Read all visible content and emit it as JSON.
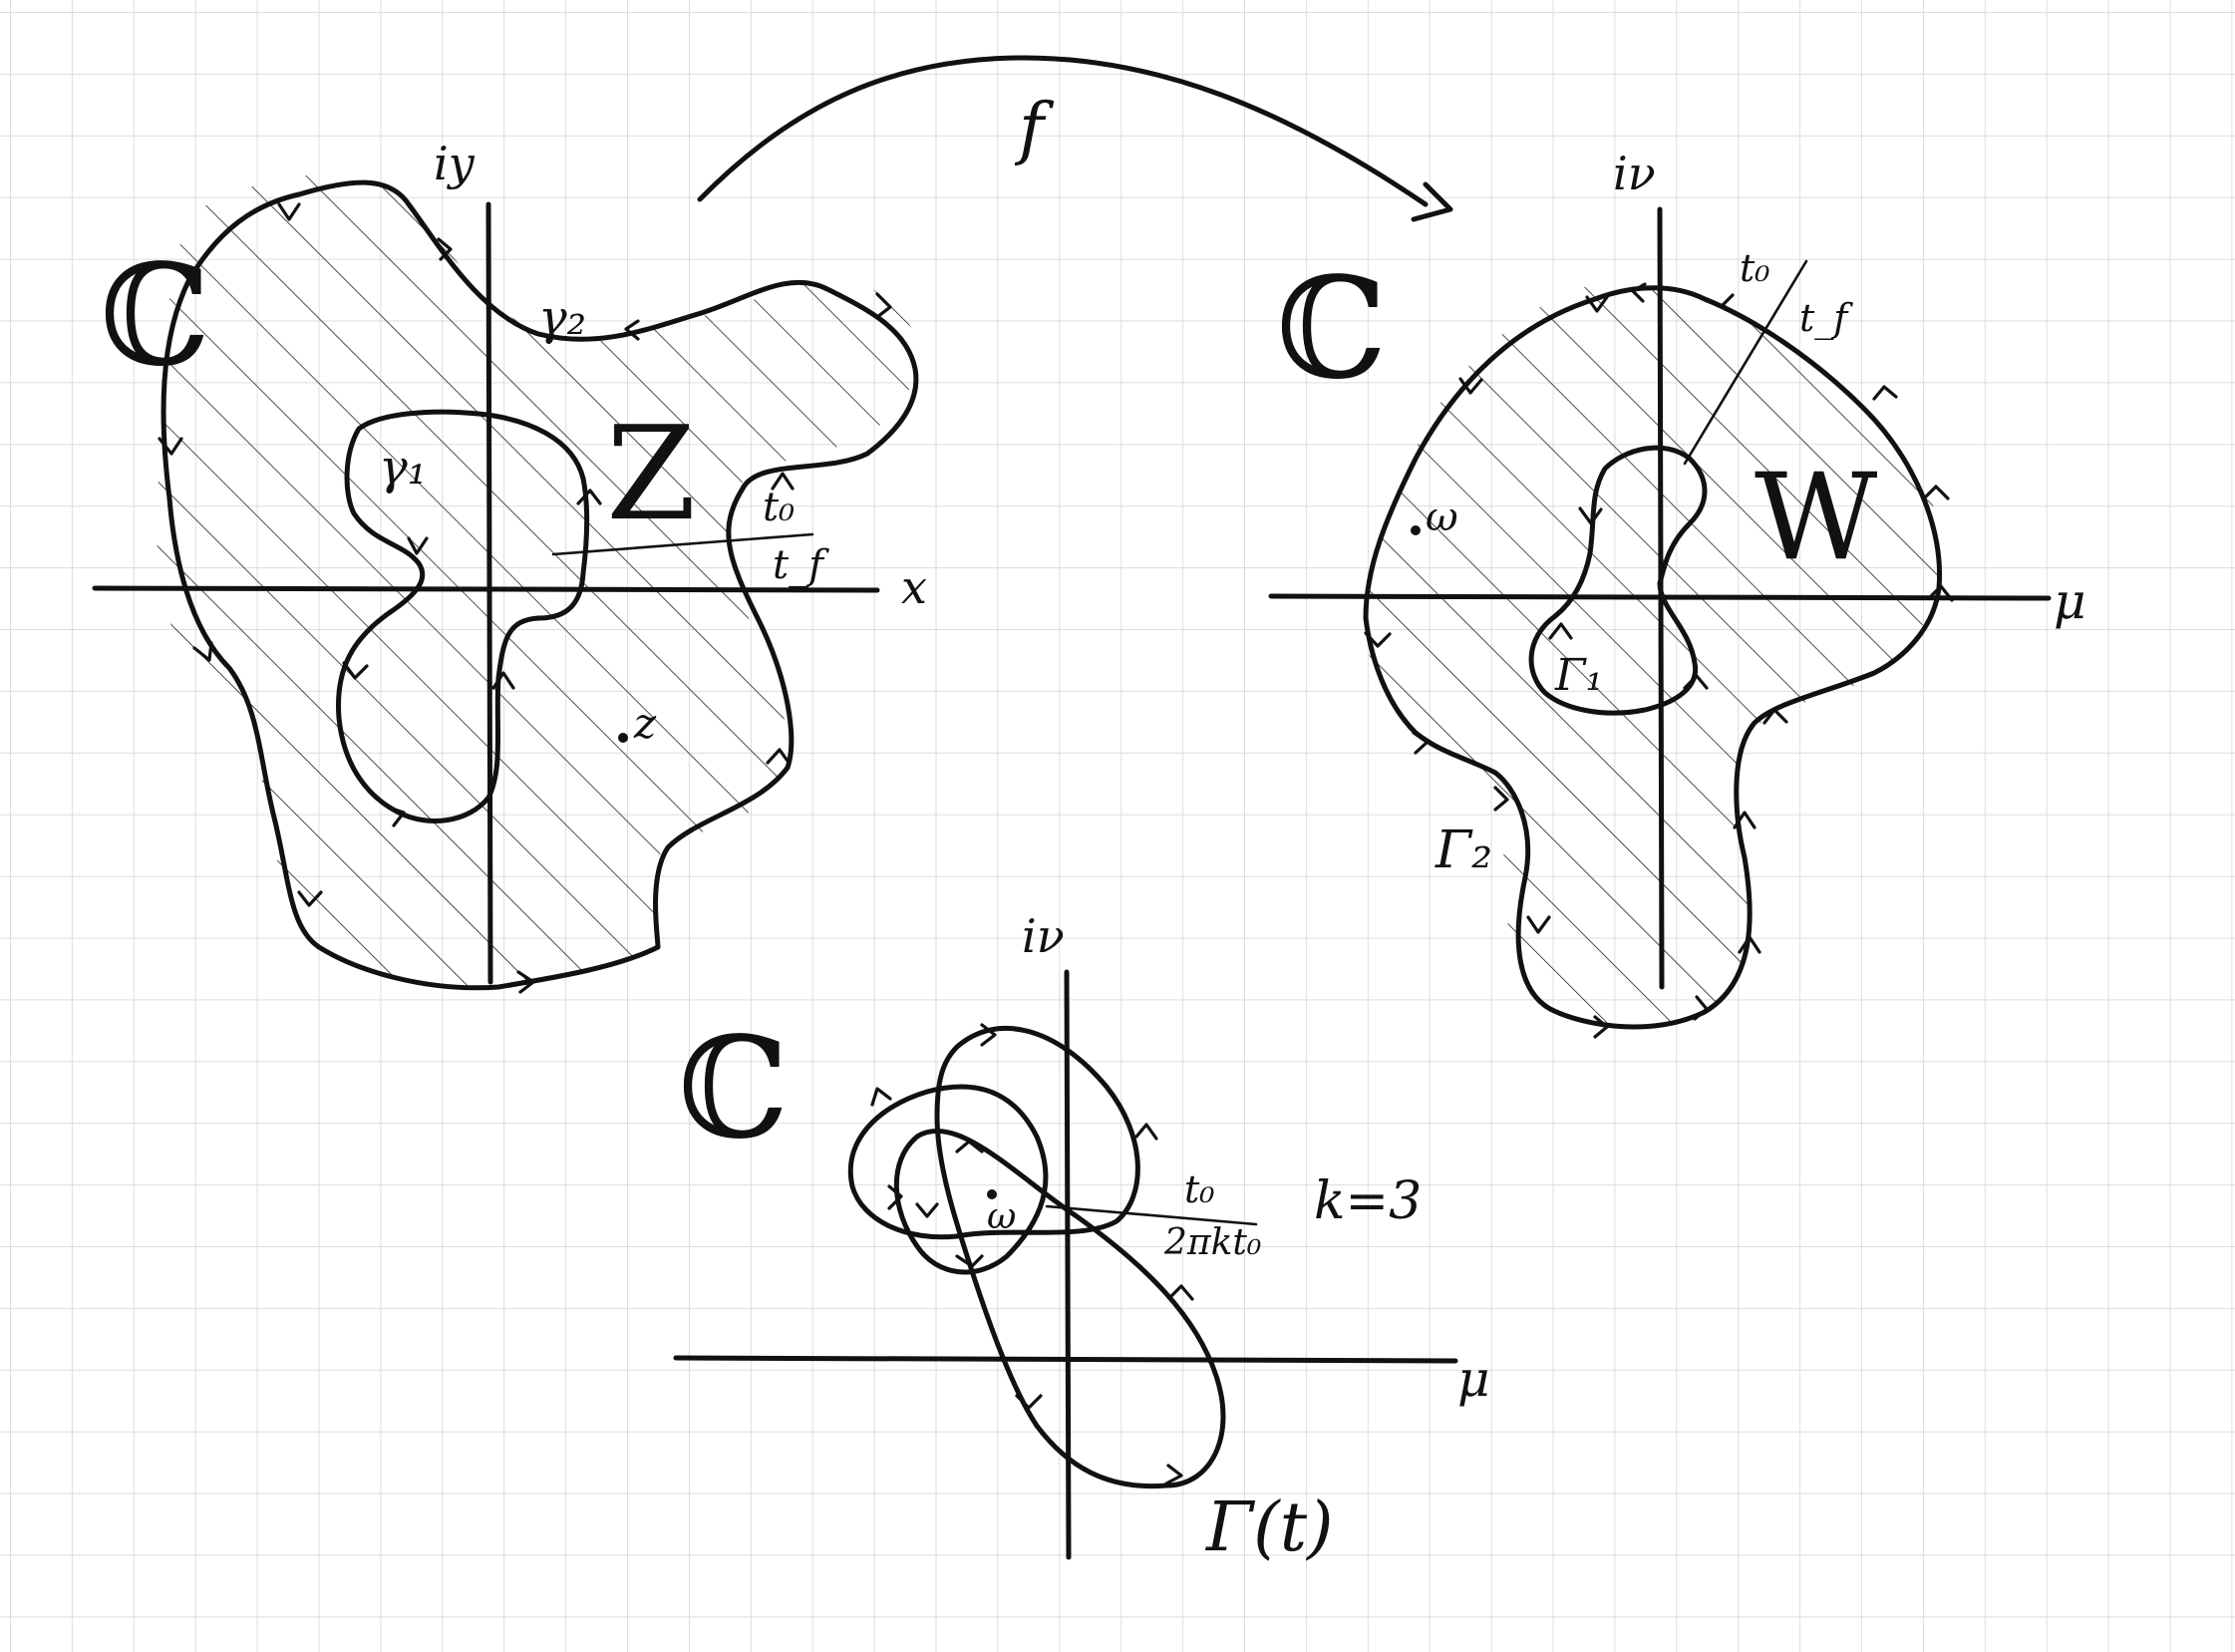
{
  "map": {
    "label": "f"
  },
  "z_plane": {
    "plane_label": "ℂ",
    "real_axis": "x",
    "imag_axis": "iy",
    "region_label": "Z",
    "point_label": "z",
    "curve1": "γ₁",
    "curve2": "γ₂",
    "t_start": "t₀",
    "t_end": "t_f"
  },
  "w_plane": {
    "plane_label": "ℂ",
    "real_axis": "μ",
    "imag_axis": "iν",
    "region_label": "W",
    "point_label": "ω",
    "curve1": "Γ₁",
    "curve2": "Γ₂",
    "t_start": "t₀",
    "t_end": "t_f"
  },
  "gamma_plane": {
    "plane_label": "ℂ",
    "real_axis": "μ",
    "imag_axis": "iν",
    "point_label": "ω",
    "t_start": "t₀",
    "t_end": "2πkt₀",
    "k_label": "k=3",
    "curve_label": "Γ(t)"
  }
}
